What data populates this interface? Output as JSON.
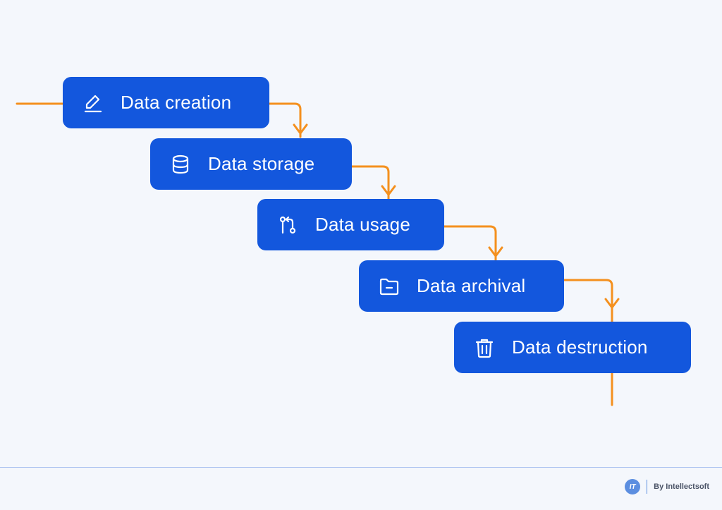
{
  "diagram": {
    "steps": [
      {
        "label": "Data creation",
        "icon": "pencil-icon"
      },
      {
        "label": "Data storage",
        "icon": "database-icon"
      },
      {
        "label": "Data usage",
        "icon": "git-branch-icon"
      },
      {
        "label": "Data archival",
        "icon": "folder-icon"
      },
      {
        "label": "Data destruction",
        "icon": "trash-icon"
      }
    ]
  },
  "colors": {
    "box": "#1357dd",
    "connector": "#f4901e",
    "background": "#f4f7fc"
  },
  "footer": {
    "logo_text": "IT",
    "brand": "By Intellectsoft"
  }
}
